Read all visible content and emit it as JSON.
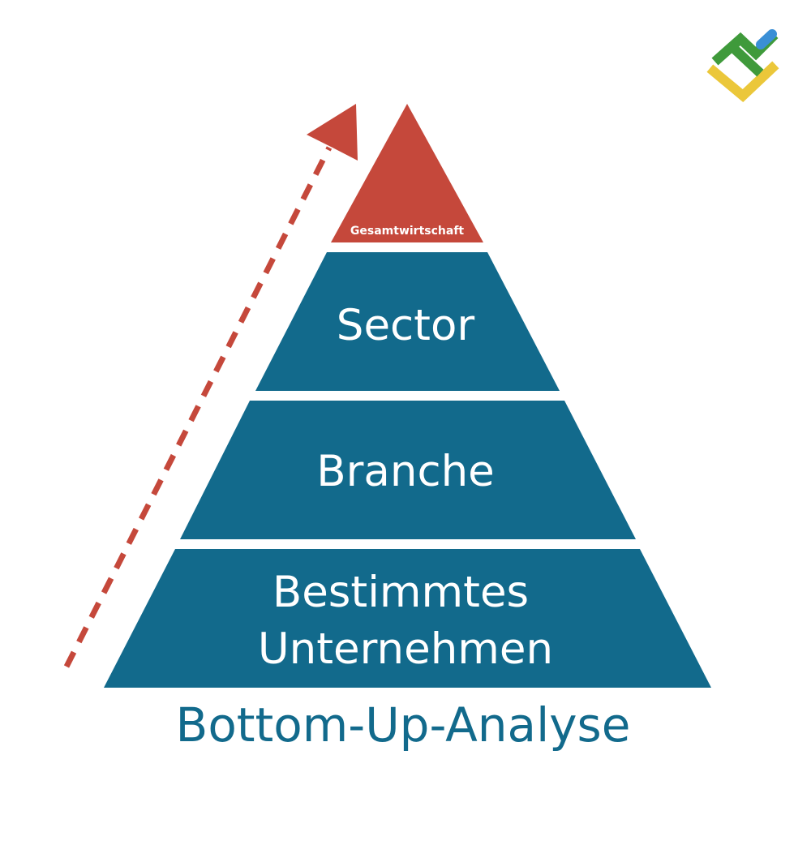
{
  "diagram": {
    "title": "Bottom-Up-Analyse",
    "levels": [
      {
        "label": "Gesamtwirtschaft"
      },
      {
        "label": "Sector"
      },
      {
        "label": "Branche"
      },
      {
        "label_line1": "Bestimmtes",
        "label_line2": "Unternehmen"
      }
    ],
    "arrow_direction": "up",
    "logo_icon": "brand-logo-icon"
  },
  "colors": {
    "background": "#ffffff",
    "top_level": "#c5483b",
    "levels": "#126a8c",
    "label_text": "#ffffff",
    "title_text": "#126a8c",
    "arrow": "#c5483b",
    "logo_green": "#3f9a3b",
    "logo_yellow": "#ebc73a",
    "logo_blue": "#3a8fd6"
  }
}
